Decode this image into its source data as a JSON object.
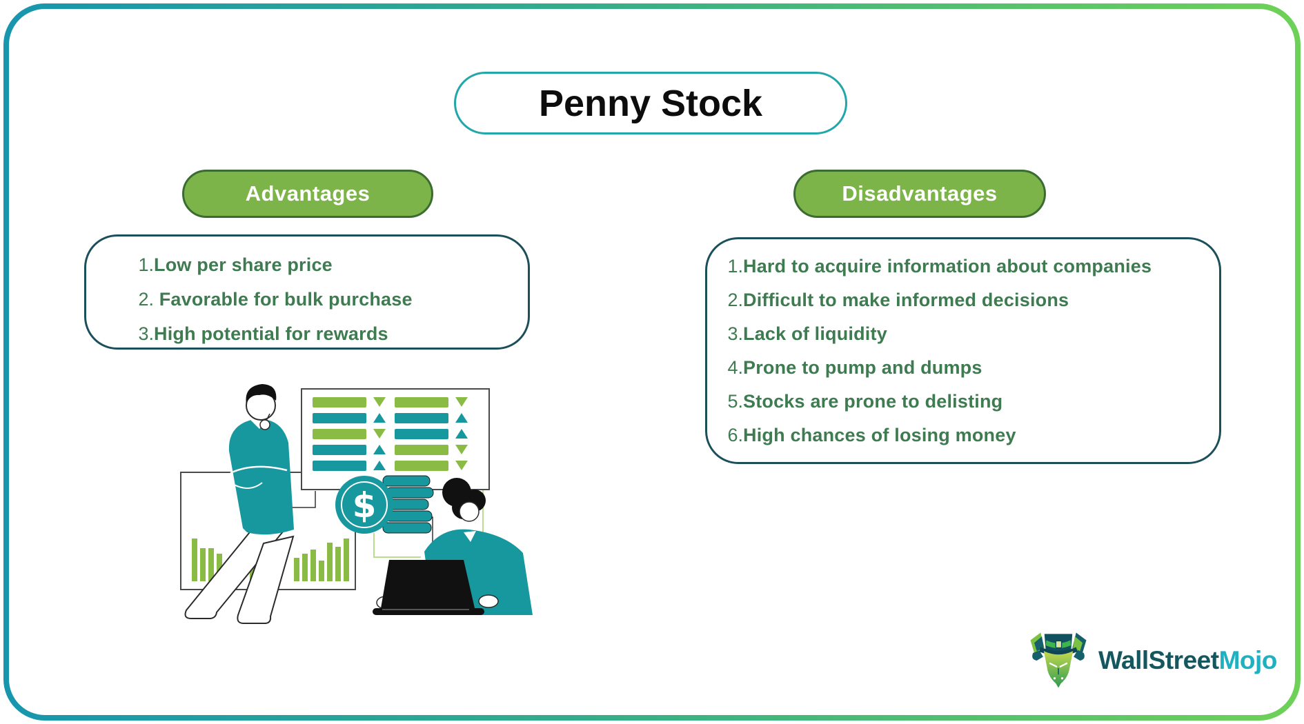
{
  "title": "Penny Stock",
  "advantages": {
    "label": "Advantages",
    "items": [
      {
        "num": "1.",
        "text": "Low per share price"
      },
      {
        "num": "2.",
        "text": " Favorable for bulk purchase"
      },
      {
        "num": "3.",
        "text": "High potential for rewards"
      }
    ]
  },
  "disadvantages": {
    "label": "Disadvantages",
    "items": [
      {
        "num": "1.",
        "text": "Hard to acquire information about companies"
      },
      {
        "num": "2.",
        "text": "Difficult to make informed decisions"
      },
      {
        "num": "3.",
        "text": "Lack of liquidity"
      },
      {
        "num": "4.",
        "text": "Prone to pump and dumps"
      },
      {
        "num": "5.",
        "text": "Stocks are prone to delisting"
      },
      {
        "num": "6.",
        "text": "High chances of losing money"
      }
    ]
  },
  "illustration": {
    "coin_symbol": "$"
  },
  "logo": {
    "text_primary": "WallStreet",
    "text_accent": "Mojo"
  },
  "colors": {
    "frame_gradient_start": "#1796ae",
    "frame_gradient_end": "#6ed157",
    "title_border": "#21a6a9",
    "badge_fill": "#7db44a",
    "badge_border": "#3a6b31",
    "box_border": "#1b4f5a",
    "list_text": "#3f7b51",
    "illustration_teal": "#17989e",
    "illustration_green": "#8abb44",
    "logo_primary": "#14575f",
    "logo_accent": "#1fb1c1"
  }
}
